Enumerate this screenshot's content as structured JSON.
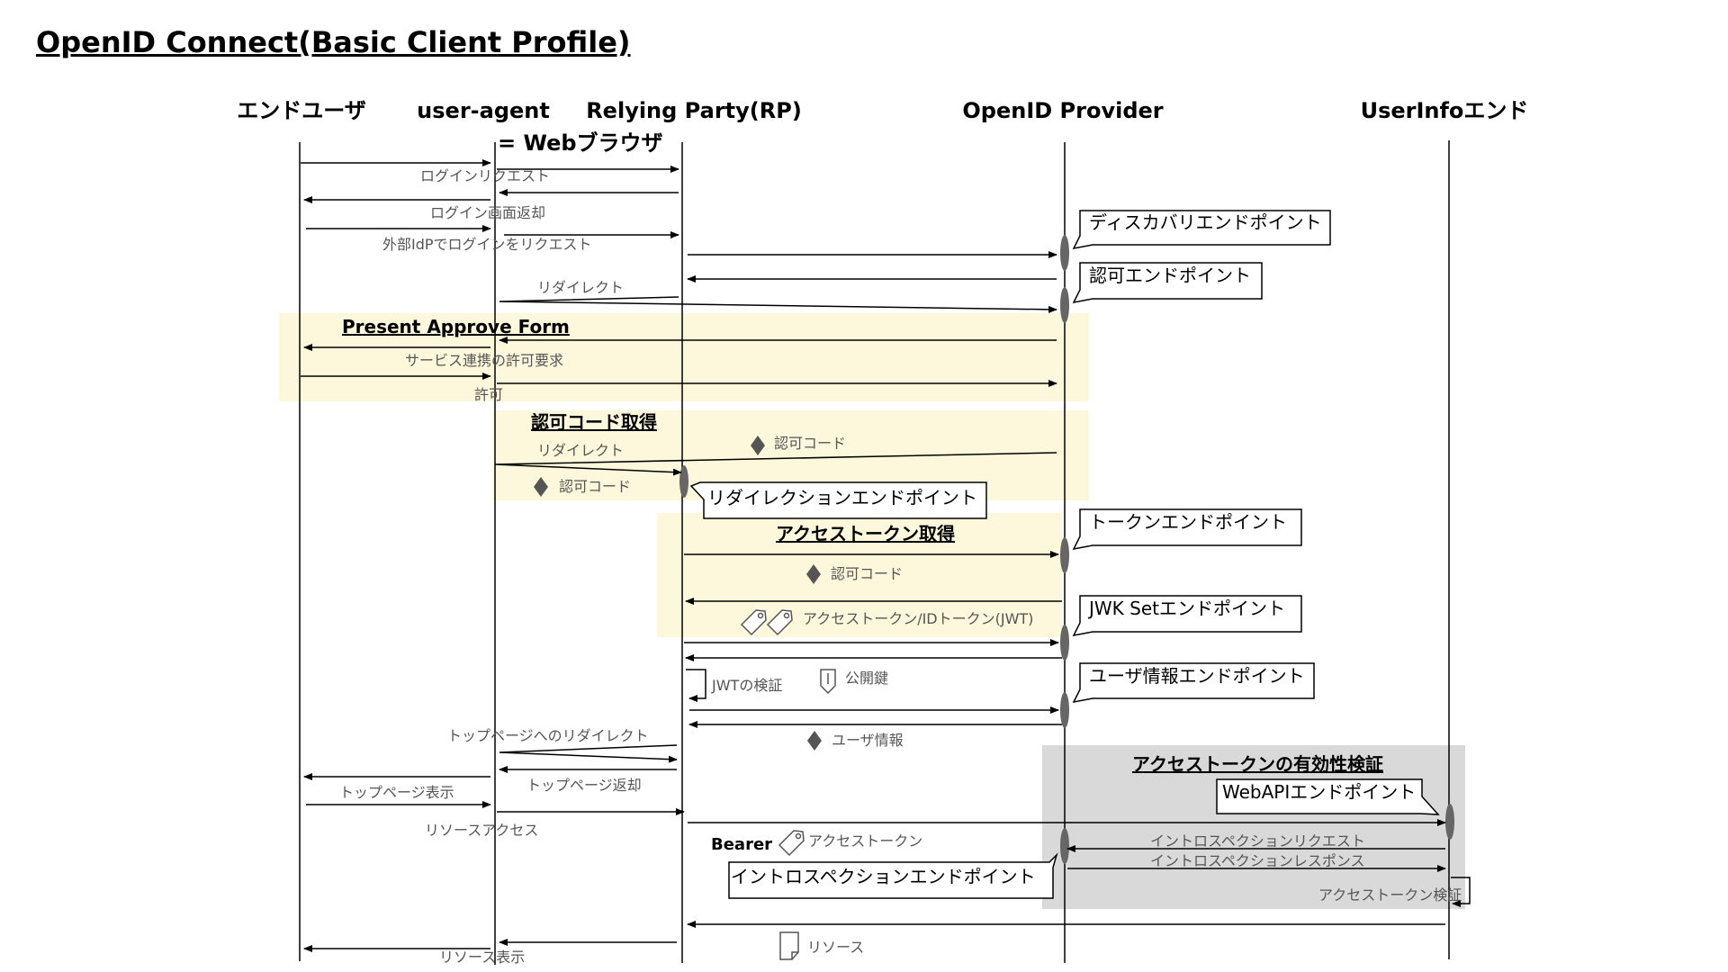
{
  "title": "OpenID Connect(Basic Client Profile)",
  "participants": {
    "enduser": "エンドユーザ",
    "useragent": "user-agent",
    "useragent_sub": "= Webブラウザ",
    "rp": "Relying Party(RP)",
    "op": "OpenID Provider",
    "userinfo": "UserInfoエンド"
  },
  "regions": {
    "approve": "Present Approve Form",
    "authcode": "認可コード取得",
    "token": "アクセストークン取得",
    "introspect": "アクセストークンの有効性検証"
  },
  "callouts": {
    "discovery": "ディスカバリエンドポイント",
    "authorization": "認可エンドポイント",
    "redirection": "リダイレクションエンドポイント",
    "token": "トークンエンドポイント",
    "jwks": "JWK Setエンドポイント",
    "userinfo": "ユーザ情報エンドポイント",
    "webapi": "WebAPIエンドポイント",
    "introspection": "イントロスペクションエンドポイント"
  },
  "labels": {
    "login_request": "ログインリクエスト",
    "login_screen": "ログイン画面返却",
    "external_idp": "外部IdPでログインをリクエスト",
    "redirect1": "リダイレクト",
    "consent_request": "サービス連携の許可要求",
    "permit": "許可",
    "auth_code_1": "認可コード",
    "redirect2": "リダイレクト",
    "auth_code_2": "認可コード",
    "auth_code_3": "認可コード",
    "tokens": "アクセストークン/IDトークン(JWT)",
    "jwt_verify": "JWTの検証",
    "public_key": "公開鍵",
    "user_info": "ユーザ情報",
    "toppage_redirect": "トップページへのリダイレクト",
    "toppage_return": "トップページ返却",
    "toppage_display": "トップページ表示",
    "resource_access": "リソースアクセス",
    "bearer": "Bearer",
    "access_token": "アクセストークン",
    "introspection_request": "イントロスペクションリクエスト",
    "introspection_response": "イントロスペクションレスポンス",
    "token_verify": "アクセストークン検証",
    "resource": "リソース",
    "resource_display": "リソース表示"
  },
  "icons": {
    "diamond": "diamond-icon",
    "tag": "tag-icon",
    "key": "key-icon",
    "document": "document-icon"
  },
  "colors": {
    "highlight_yellow": "#fdf8dc",
    "highlight_gray": "#d9d9d9",
    "activation": "#666666",
    "label_gray": "#555555"
  }
}
